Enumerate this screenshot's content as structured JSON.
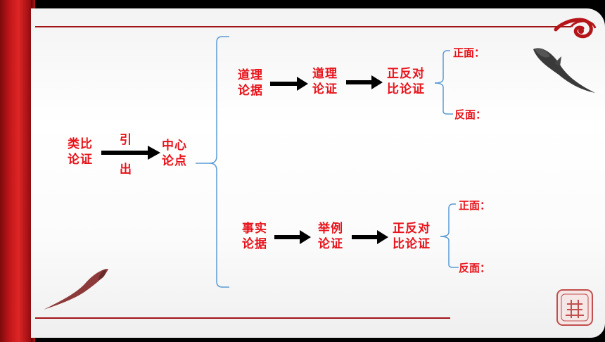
{
  "source": {
    "line1": "类比",
    "line2": "论证"
  },
  "lead": {
    "top": "引",
    "bottom": "出"
  },
  "center": {
    "line1": "中心",
    "line2": "论点"
  },
  "upper": {
    "step1": {
      "line1": "道理",
      "line2": "论据"
    },
    "step2": {
      "line1": "道理",
      "line2": "论证"
    },
    "step3": {
      "line1": "正反对",
      "line2": "比论证"
    },
    "pos": "正面：",
    "neg": "反面："
  },
  "lower": {
    "step1": {
      "line1": "事实",
      "line2": "论据"
    },
    "step2": {
      "line1": "举例",
      "line2": "论证"
    },
    "step3": {
      "line1": "正反对",
      "line2": "比论证"
    },
    "pos": "正面：",
    "neg": "反面："
  },
  "colors": {
    "text": "#e8121a",
    "bracket": "#5b9bd5",
    "arrow": "#000000",
    "scroll_red": "#c3161a"
  },
  "decorations": [
    "cloud-swirl-icon",
    "koi-fish-icon",
    "seal-stamp-icon"
  ]
}
